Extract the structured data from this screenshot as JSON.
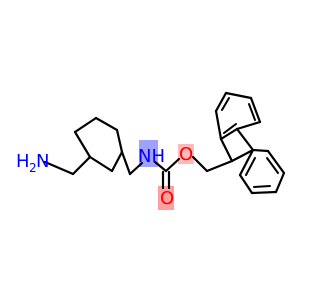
{
  "structure": {
    "atoms": {
      "amine_label": "H",
      "amine_subscript": "2",
      "amine_n": "N",
      "carbamate_nh": "NH",
      "carbonyl_o": "O",
      "ester_o": "O"
    },
    "colors": {
      "bond": "#000000",
      "nitrogen": "#0000ff",
      "oxygen": "#ff0000",
      "nh_highlight": "#8080ff",
      "o_highlight": "#ff8080"
    }
  }
}
